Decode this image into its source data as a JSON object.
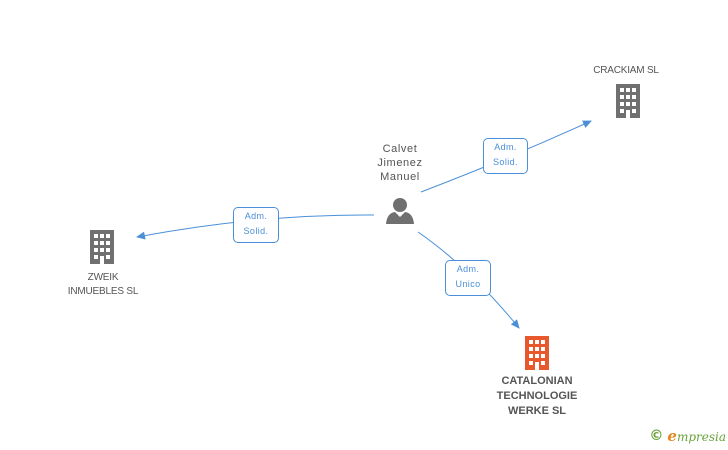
{
  "nodes": {
    "person": {
      "lines": [
        "Calvet",
        "Jimenez",
        "Manuel"
      ],
      "icon": "person-icon",
      "color": "#707070"
    },
    "crackiam": {
      "lines": [
        "CRACKIAM SL"
      ],
      "icon": "building-icon",
      "color": "#707070"
    },
    "zweik": {
      "lines": [
        "ZWEIK",
        "INMUEBLES SL"
      ],
      "icon": "building-icon",
      "color": "#707070"
    },
    "catalonian": {
      "lines": [
        "CATALONIAN",
        "TECHNOLOGIE",
        "WERKE SL"
      ],
      "icon": "building-icon",
      "color": "#e8582c"
    }
  },
  "edges": {
    "to_crackiam": {
      "lines": [
        "Adm.",
        "Solid."
      ]
    },
    "to_zweik": {
      "lines": [
        "Adm.",
        "Solid."
      ]
    },
    "to_catalonian": {
      "lines": [
        "Adm.",
        "Unico"
      ]
    }
  },
  "colors": {
    "edge": "#4a8fd8",
    "text": "#555555"
  },
  "footer": {
    "copyright": "©",
    "brand_initial": "e",
    "brand_rest": "mpresia"
  }
}
